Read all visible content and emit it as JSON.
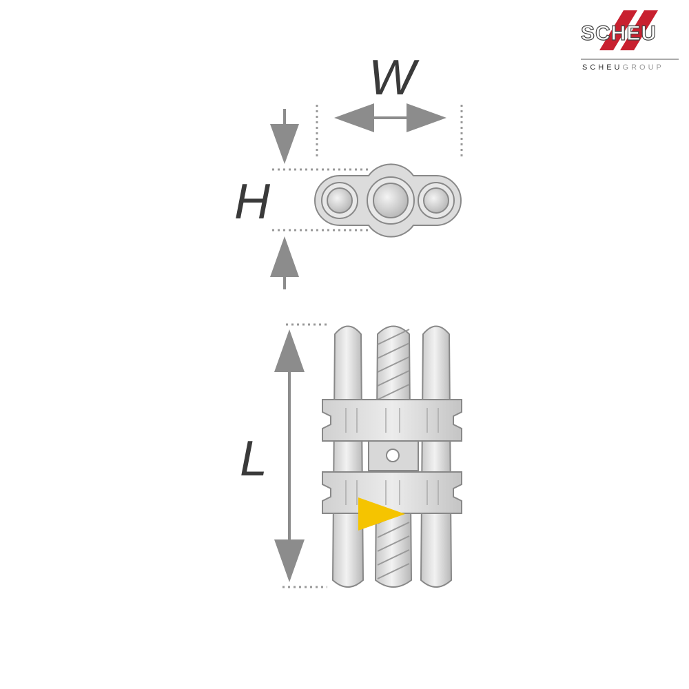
{
  "logo": {
    "name": "SCHEU",
    "group_a": "SCHEU",
    "group_b": "GROUP",
    "colors": {
      "red": "#c8202f",
      "gray": "#555555"
    }
  },
  "dimensions": {
    "width_label": "W",
    "height_label": "H",
    "length_label": "L"
  },
  "colors": {
    "arrow": "#8c8c8c",
    "metal": "#d4d4d4",
    "outline": "#888888",
    "marker": "#f5c400"
  }
}
